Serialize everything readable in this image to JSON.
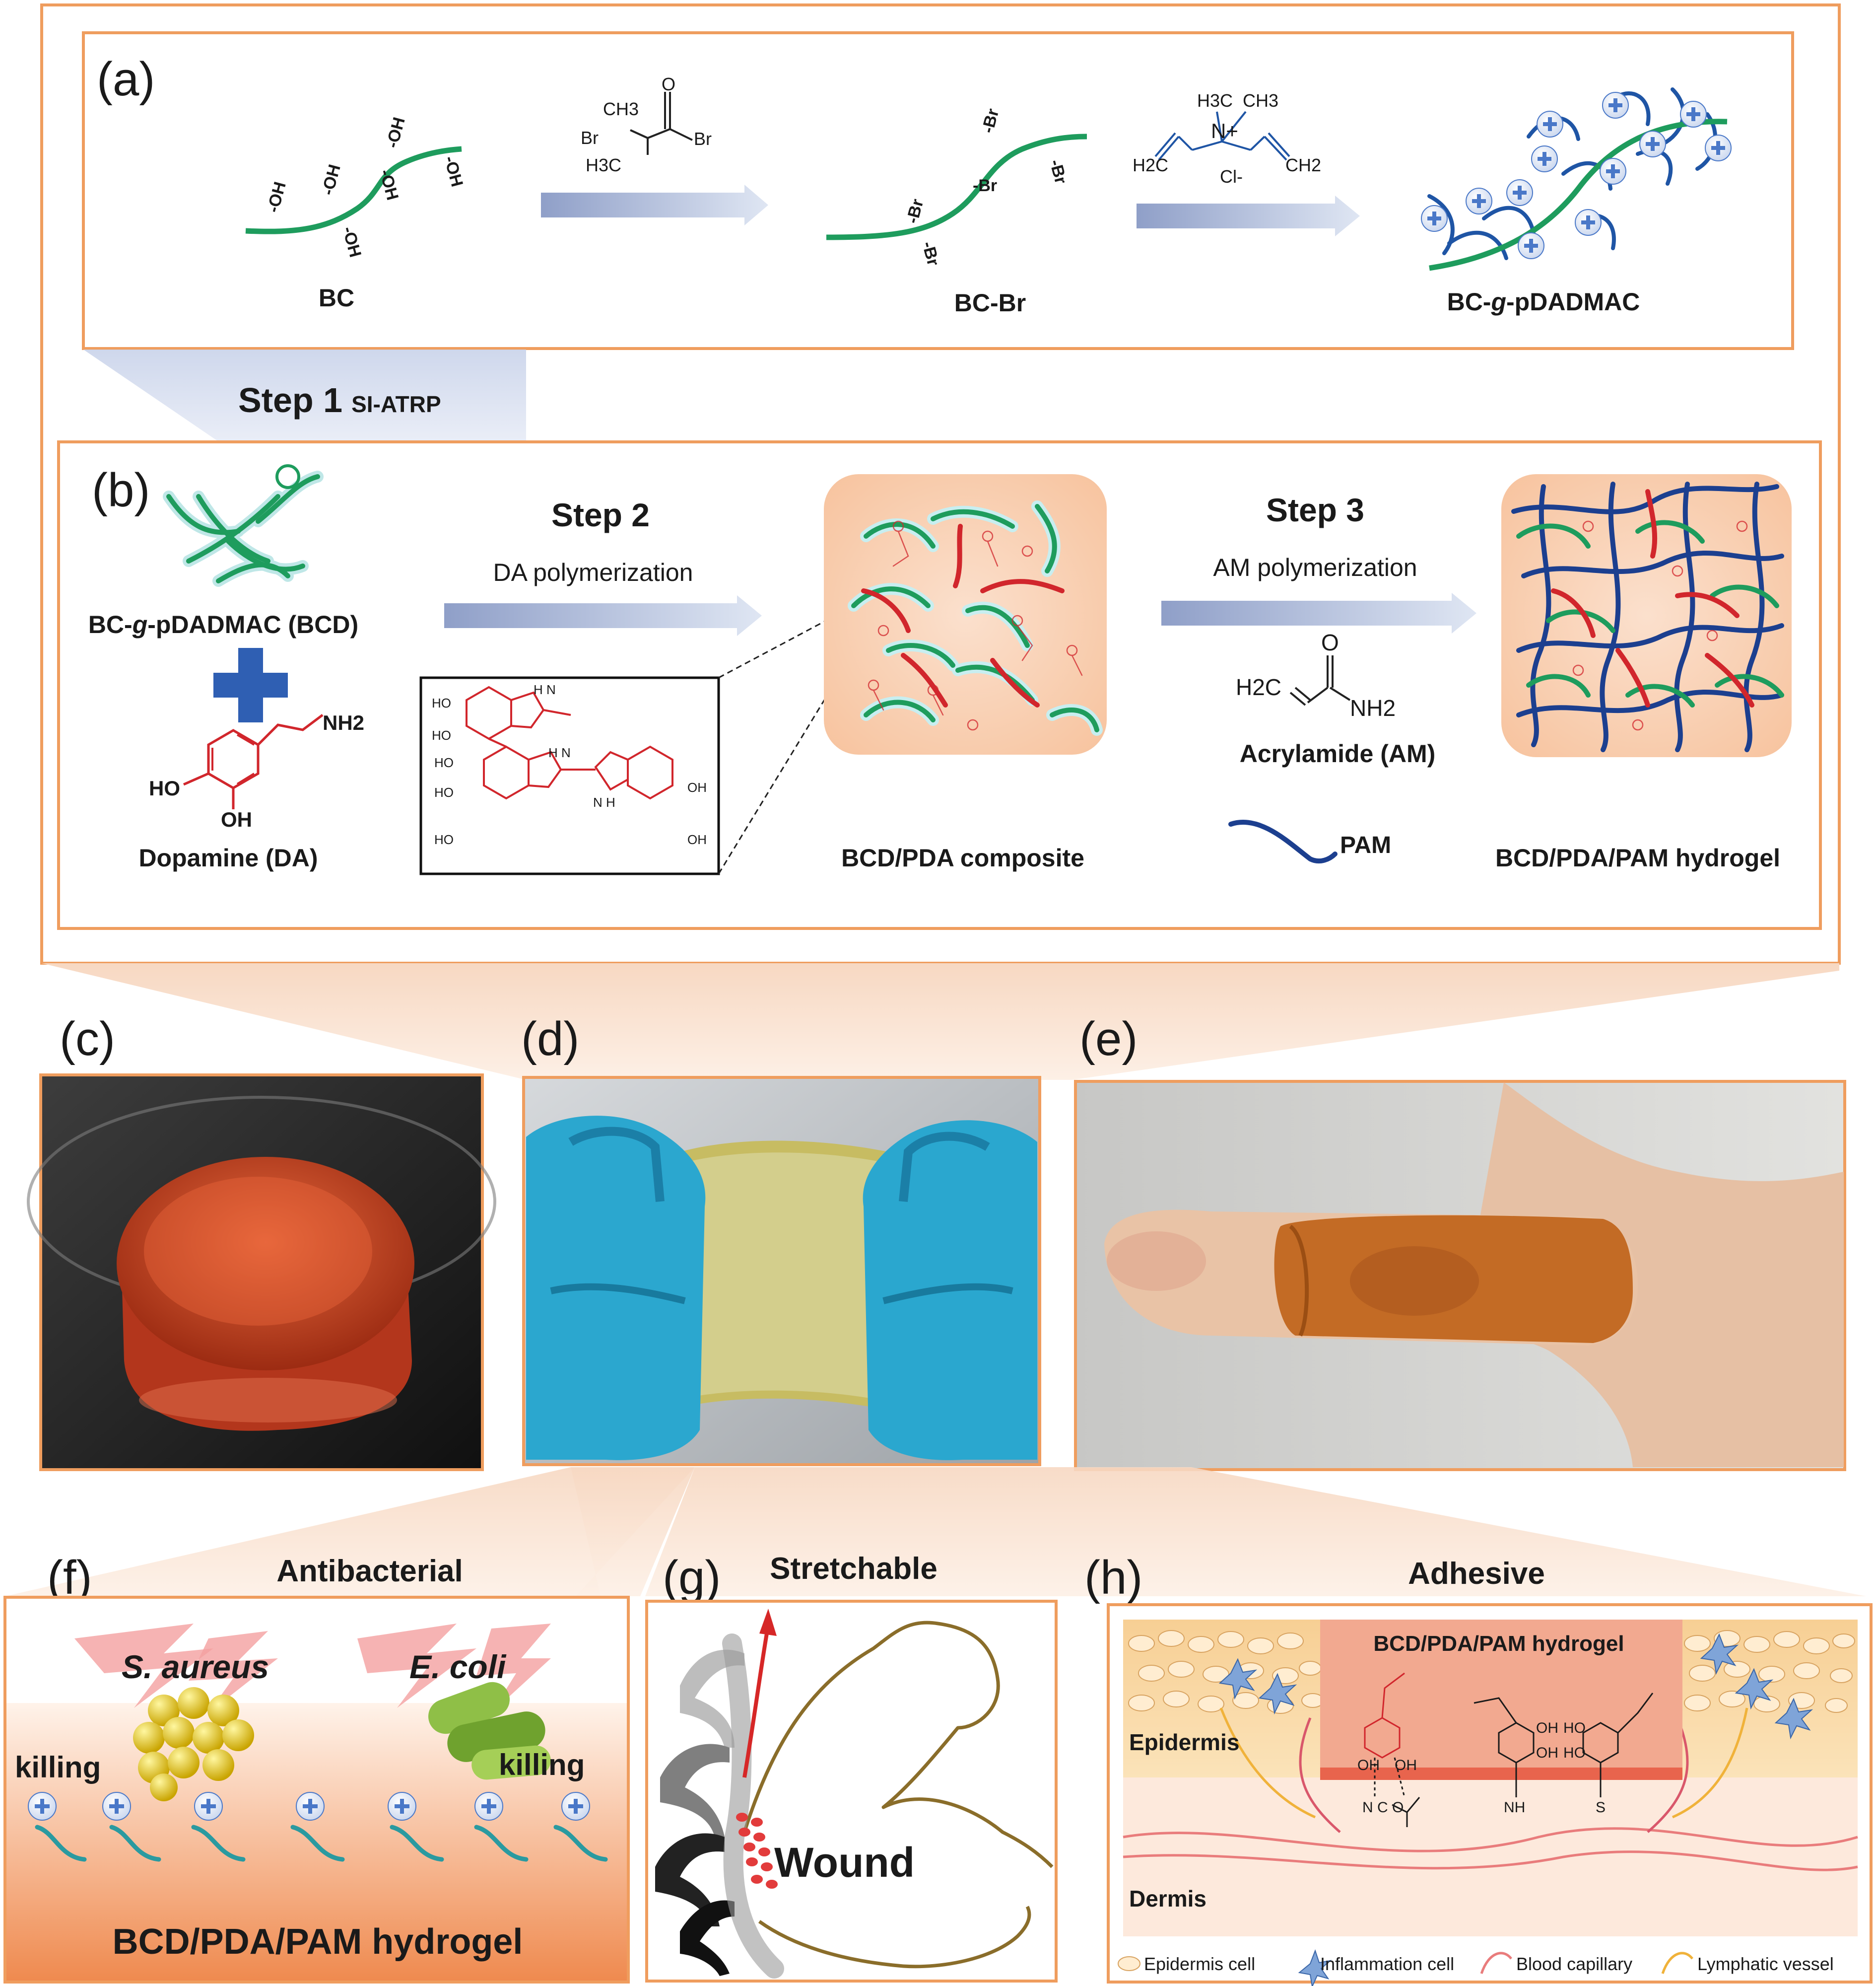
{
  "panel_labels": {
    "a": "(a)",
    "b": "(b)",
    "c": "(c)",
    "d": "(d)",
    "e": "(e)",
    "f": "(f)",
    "g": "(g)",
    "h": "(h)"
  },
  "panel_a": {
    "bc_label": "BC",
    "bcbr_label": "BC-Br",
    "product_prefix": "BC-",
    "product_italic": "g",
    "product_suffix": "-pDADMAC",
    "oh_group": "-OH",
    "br_group": "-Br",
    "initiator": {
      "ch3_top": "CH3",
      "ch3_bottom": "H3C",
      "br_left": "Br",
      "br_right": "Br",
      "o": "O"
    },
    "monomer": {
      "methyls": "H3C  CH3",
      "n_plus": "N+",
      "cl_minus": "Cl-",
      "h2c_left": "H2C",
      "ch2_right": "CH2"
    },
    "step1_title": "Step 1",
    "step1_sub": "SI-ATRP"
  },
  "panel_b": {
    "bcd_prefix": "BC-",
    "bcd_italic": "g",
    "bcd_suffix": "-pDADMAC (BCD)",
    "dopamine_label": "Dopamine (DA)",
    "dopamine_groups": {
      "nh2": "NH2",
      "ho": "HO",
      "oh": "OH"
    },
    "pda_groups": {
      "ho": "HO",
      "oh": "OH",
      "nh": "H N",
      "n_h": "N H"
    },
    "step2_title": "Step 2",
    "step2_sub": "DA polymerization",
    "composite_label": "BCD/PDA composite",
    "step3_title": "Step 3",
    "step3_sub": "AM polymerization",
    "am_groups": {
      "o": "O",
      "h2c": "H2C",
      "nh2": "NH2"
    },
    "am_label": "Acrylamide (AM)",
    "pam_label": "PAM",
    "hydrogel_label": "BCD/PDA/PAM hydrogel"
  },
  "panel_f": {
    "title": "Antibacterial",
    "s_aureus": "S. aureus",
    "e_coli": "E. coli",
    "killing": "killing",
    "hydrogel": "BCD/PDA/PAM hydrogel"
  },
  "panel_g": {
    "title": "Stretchable",
    "wound": "Wound"
  },
  "panel_h": {
    "title": "Adhesive",
    "hydrogel": "BCD/PDA/PAM hydrogel",
    "epidermis": "Epidermis",
    "dermis": "Dermis",
    "chem": {
      "oh": "OH",
      "ho": "HO",
      "nco": "N C O",
      "nh": "NH",
      "s": "S"
    },
    "legend": [
      "Epidermis cell",
      "Inflammation cell",
      "Blood capillary",
      "Lymphatic vessel"
    ]
  },
  "colors": {
    "frame": "#ef9d5e",
    "arrow": "#8fa1c8",
    "bc_green": "#1e9c5d",
    "pdadmac_blue": "#1f55a5",
    "plus_blue": "#4a78c8",
    "pda_red": "#d1262c",
    "pam_navy": "#1c3f8f",
    "gel_peach": "#f9d0b3",
    "hydrogel_orange": "#ee8a52"
  }
}
